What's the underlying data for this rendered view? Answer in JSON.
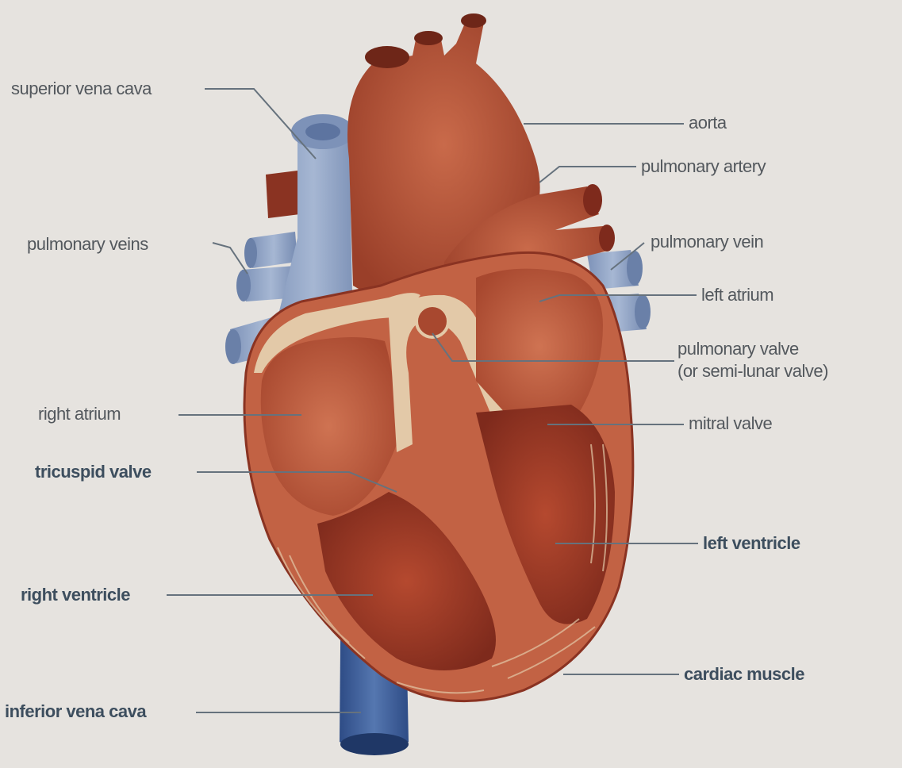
{
  "diagram": {
    "labels": {
      "superior_vena_cava": "superior vena cava",
      "pulmonary_veins": "pulmonary veins",
      "right_atrium": "right atrium",
      "tricuspid_valve": "tricuspid valve",
      "right_ventricle": "right ventricle",
      "inferior_vena_cava": "inferior vena cava",
      "aorta": "aorta",
      "pulmonary_artery": "pulmonary artery",
      "pulmonary_vein": "pulmonary vein",
      "left_atrium": "left atrium",
      "pulmonary_valve": "pulmonary valve",
      "pulmonary_valve_alt": "(or semi-lunar valve)",
      "mitral_valve": "mitral valve",
      "left_ventricle": "left ventricle",
      "cardiac_muscle": "cardiac muscle"
    },
    "colors": {
      "background": "#e6e3df",
      "muscle": "#b8563a",
      "muscle_dark": "#7e2e20",
      "vein_blue": "#8ea2c4",
      "vein_blue_dark": "#3f5f9a",
      "septum": "#e3c9a8",
      "leader_line": "#66727d"
    }
  }
}
